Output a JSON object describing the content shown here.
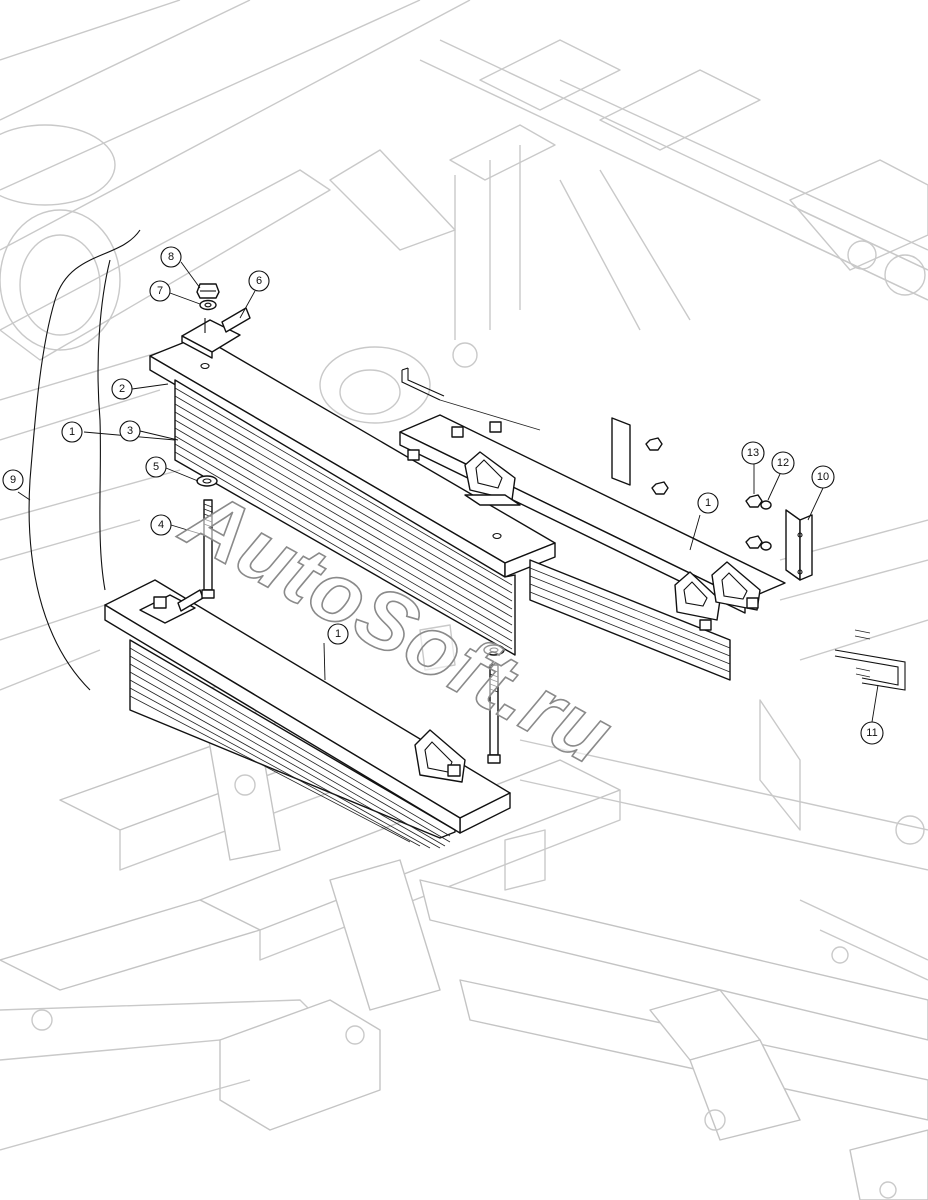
{
  "drawing": {
    "style": "exploded parts diagram, line art",
    "background_color": "#ffffff",
    "line_color": "#111111",
    "frame_line_color": "#c4c4c4"
  },
  "callouts": [
    {
      "id": "callout-1a",
      "label": "1"
    },
    {
      "id": "callout-1b",
      "label": "1"
    },
    {
      "id": "callout-1c",
      "label": "1"
    },
    {
      "id": "callout-2",
      "label": "2"
    },
    {
      "id": "callout-3",
      "label": "3"
    },
    {
      "id": "callout-4",
      "label": "4"
    },
    {
      "id": "callout-5",
      "label": "5"
    },
    {
      "id": "callout-6",
      "label": "6"
    },
    {
      "id": "callout-7",
      "label": "7"
    },
    {
      "id": "callout-8",
      "label": "8"
    },
    {
      "id": "callout-9",
      "label": "9"
    },
    {
      "id": "callout-10",
      "label": "10"
    },
    {
      "id": "callout-11",
      "label": "11"
    },
    {
      "id": "callout-12",
      "label": "12"
    },
    {
      "id": "callout-13",
      "label": "13"
    }
  ],
  "watermark": {
    "text": "AutoSoft.ru"
  }
}
